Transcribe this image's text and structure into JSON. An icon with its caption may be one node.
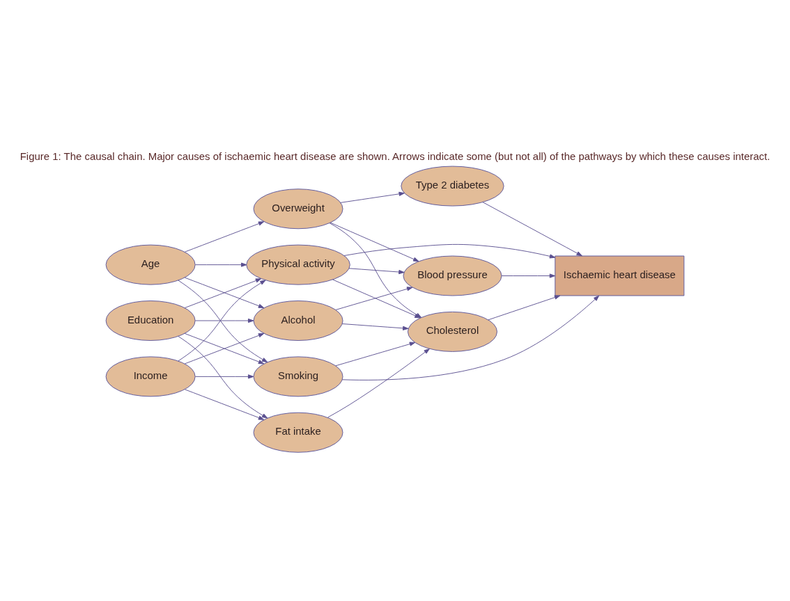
{
  "diagram": {
    "caption": "Figure 1: The causal chain. Major causes of ischaemic heart disease are shown. Arrows indicate some (but not all) of the pathways by which these causes interact.",
    "nodes": [
      {
        "text": [
          "Physical activity"
        ]
      },
      {
        "text": [
          "Age"
        ]
      },
      {
        "text": [
          "Fat intake"
        ]
      },
      {
        "text": [
          "Type 2 diabetes"
        ]
      },
      {
        "text": [
          "Education"
        ]
      },
      {
        "text": [
          "Overweight"
        ]
      },
      {
        "text": [
          "Cholesterol"
        ]
      },
      {
        "text": [
          "Ischaemic heart disease"
        ]
      },
      {
        "text": [
          "Income"
        ]
      },
      {
        "text": [
          "Alcohol"
        ]
      },
      {
        "text": [
          "Blood pressure"
        ]
      },
      {
        "text": [
          "Smoking"
        ]
      }
    ],
    "edges": [
      {
        "from": 1,
        "to": 0,
        "arrow": "to"
      },
      {
        "from": 1,
        "to": 5,
        "arrow": "to"
      },
      {
        "from": 1,
        "to": 9,
        "arrow": "to"
      },
      {
        "from": 1,
        "to": 11,
        "arrow": "to"
      },
      {
        "from": 4,
        "to": 0,
        "arrow": "to"
      },
      {
        "from": 4,
        "to": 2,
        "arrow": "to"
      },
      {
        "from": 4,
        "to": 9,
        "arrow": "to"
      },
      {
        "from": 4,
        "to": 11,
        "arrow": "to"
      },
      {
        "from": 8,
        "to": 0,
        "arrow": "to"
      },
      {
        "from": 8,
        "to": 2,
        "arrow": "to"
      },
      {
        "from": 8,
        "to": 9,
        "arrow": "to"
      },
      {
        "from": 8,
        "to": 11,
        "arrow": "to"
      },
      {
        "from": 0,
        "to": 7,
        "arrow": "to"
      },
      {
        "from": 0,
        "to": 6,
        "arrow": "to"
      },
      {
        "from": 0,
        "to": 10,
        "arrow": "to"
      },
      {
        "from": 2,
        "to": 6,
        "arrow": "to"
      },
      {
        "from": 5,
        "to": 3,
        "arrow": "to"
      },
      {
        "from": 5,
        "to": 6,
        "arrow": "to"
      },
      {
        "from": 5,
        "to": 10,
        "arrow": "to"
      },
      {
        "from": 9,
        "to": 6,
        "arrow": "to"
      },
      {
        "from": 9,
        "to": 10,
        "arrow": "to"
      },
      {
        "from": 11,
        "to": 6,
        "arrow": "to"
      },
      {
        "from": 11,
        "to": 7,
        "arrow": "to"
      },
      {
        "from": 3,
        "to": 7,
        "arrow": "to"
      },
      {
        "from": 6,
        "to": 7,
        "arrow": "to"
      },
      {
        "from": 10,
        "to": 7,
        "arrow": "to"
      }
    ]
  }
}
